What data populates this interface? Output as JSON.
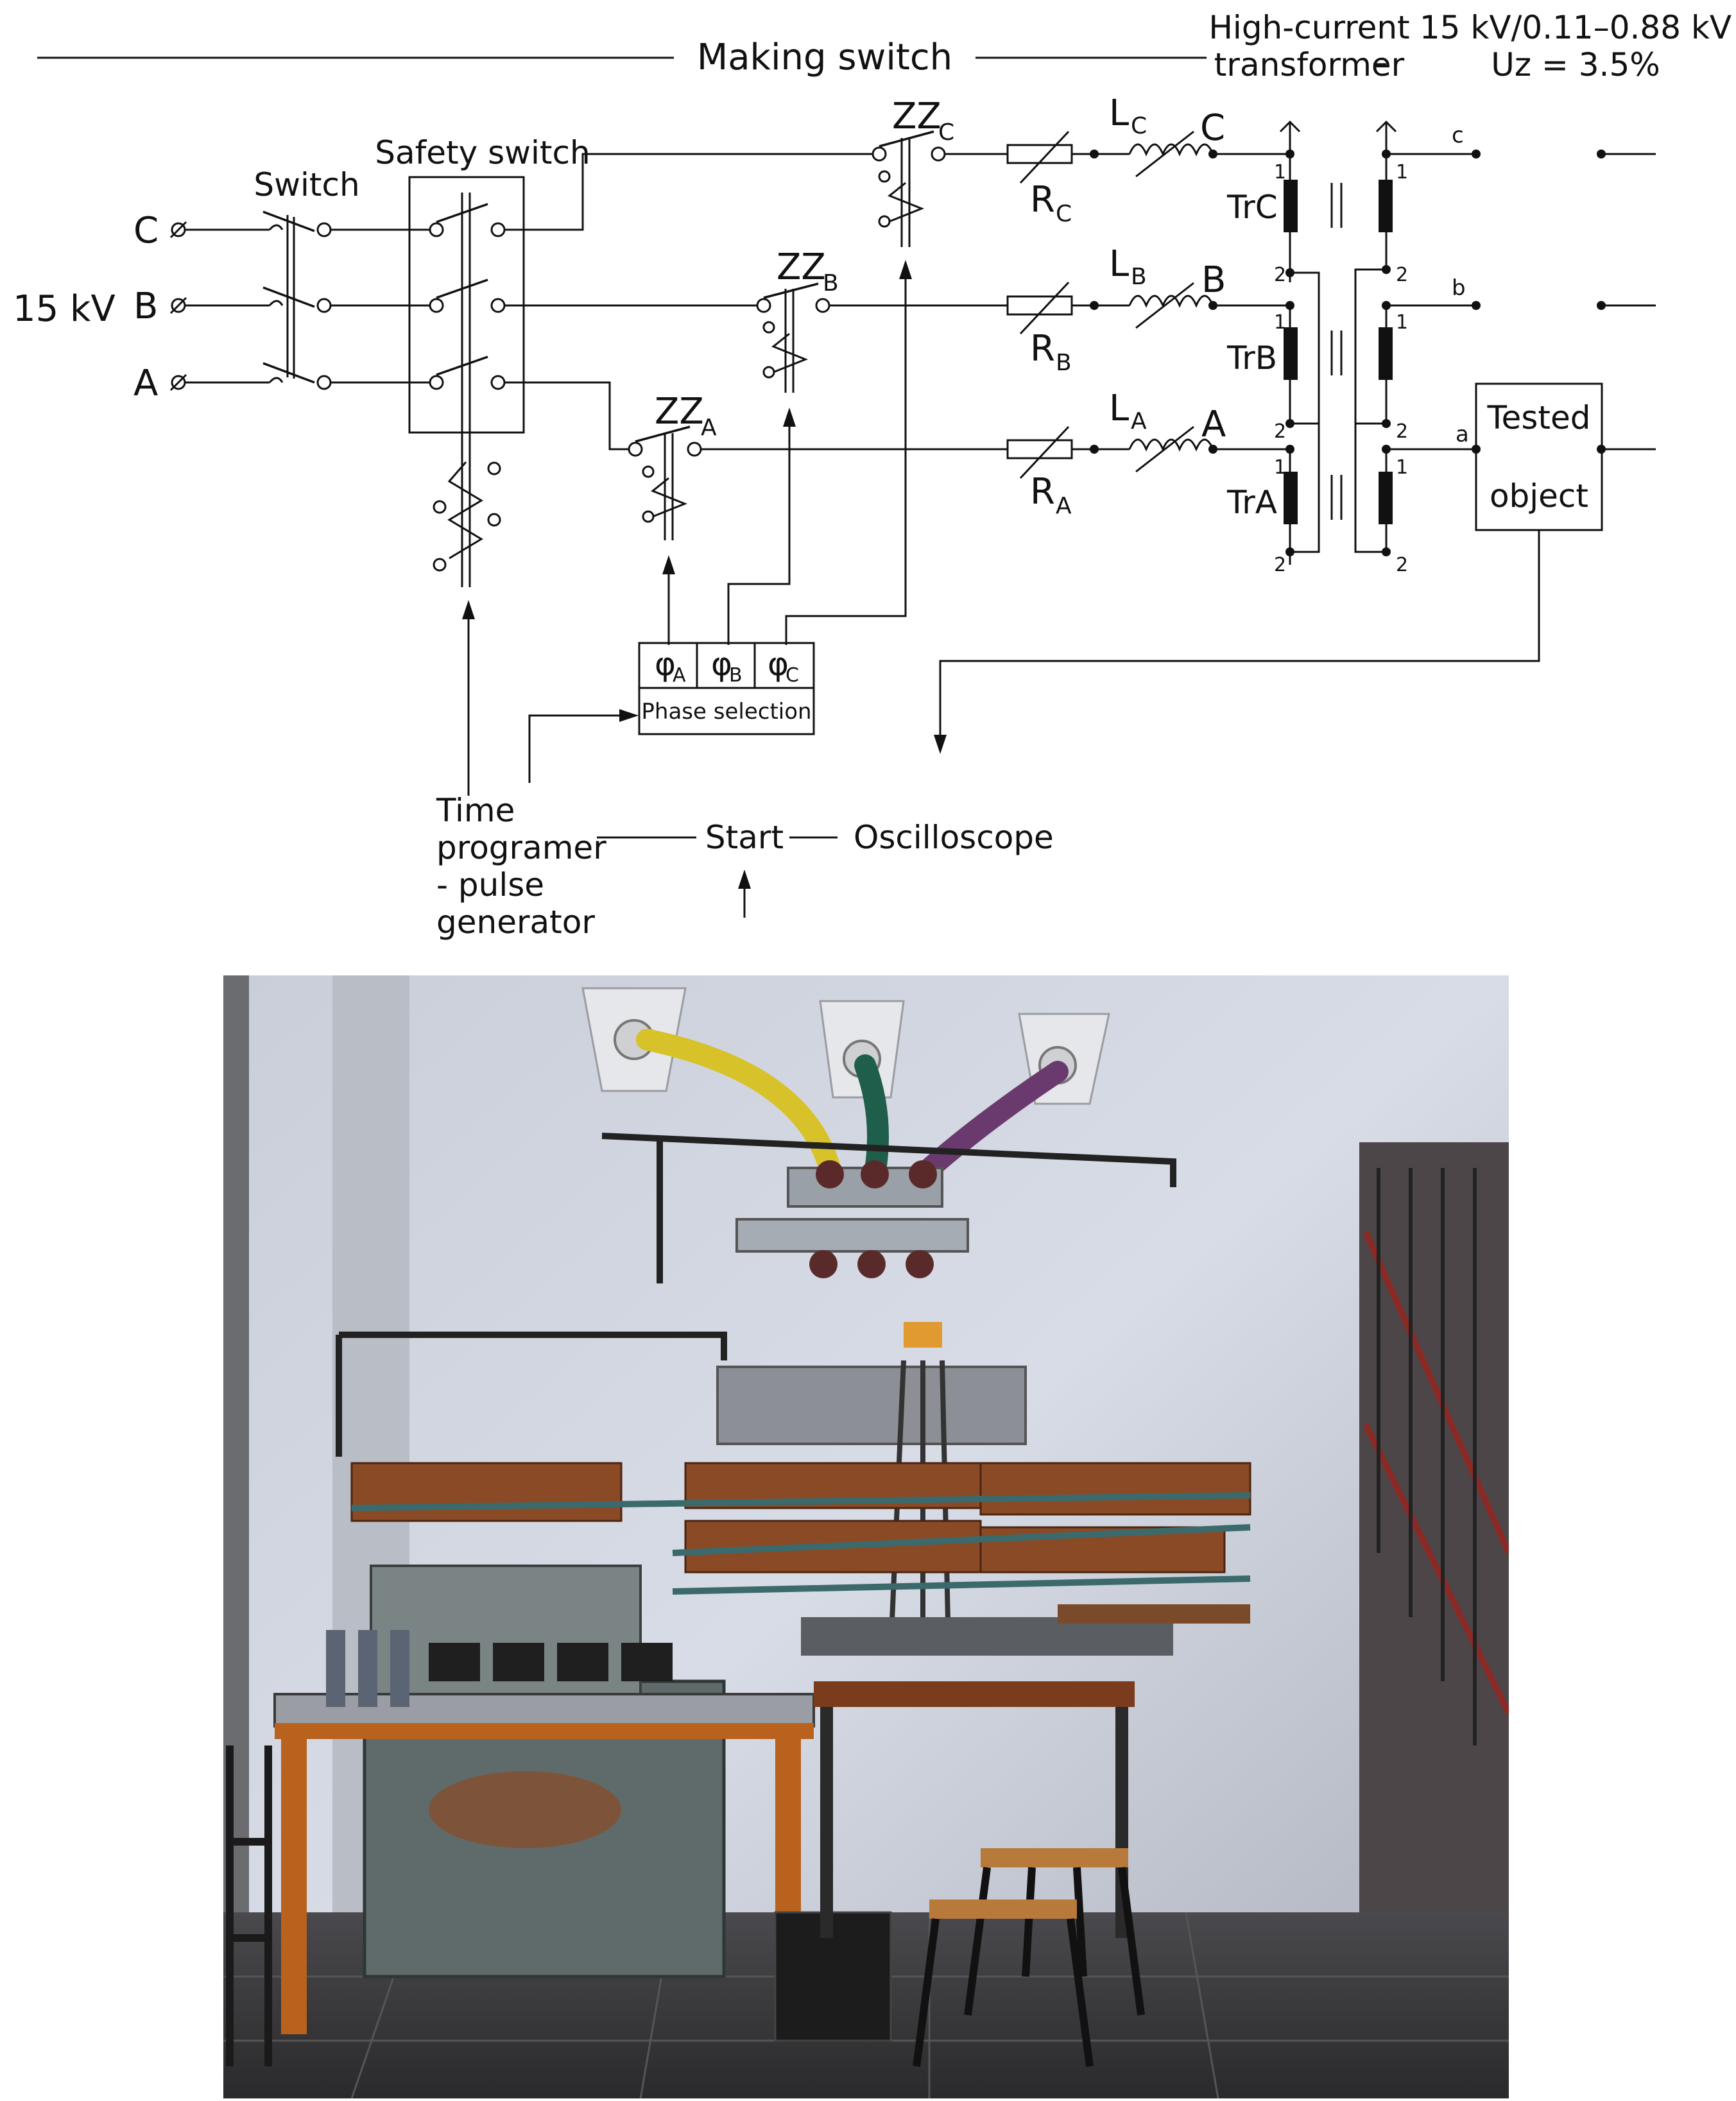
{
  "labels": {
    "making_switch": "Making switch",
    "high_current_1": "High-current",
    "high_current_2": "transformer",
    "rating_1": "15 kV/0.11–0.88 kV",
    "rating_2": "Uz = 3.5%",
    "switch": "Switch",
    "safety_switch": "Safety switch",
    "supply": "15 kV",
    "phase_c": "C",
    "phase_b": "B",
    "phase_a": "A",
    "zz": "ZZ",
    "sub_a": "A",
    "sub_b": "B",
    "sub_c": "C",
    "r": "R",
    "l": "L",
    "tr_c": "TrC",
    "tr_b": "TrB",
    "tr_a": "TrA",
    "pin_1": "1",
    "pin_2": "2",
    "sec_c": "c",
    "sec_b": "b",
    "sec_a": "a",
    "tested_1": "Tested",
    "tested_2": "object",
    "phi": "φ",
    "phase_selection": "Phase selection",
    "time_1": "Time",
    "time_2": "programer",
    "time_3": "- pulse",
    "time_4": "generator",
    "start": "Start",
    "oscilloscope": "Oscilloscope"
  },
  "colors": {
    "line": "#111111",
    "cable_yellow": "#d8c22a",
    "cable_green": "#1f5e4a",
    "cable_purple": "#6a3a6e",
    "table_wood": "#b8621e",
    "copper": "#8a4a26",
    "wall": "#d6dae4",
    "floor": "#3a3a3c"
  },
  "icons": {
    "variable_resistor": "variable-resistor-icon",
    "variable_inductor": "variable-inductor-icon",
    "transformer": "transformer-icon",
    "ground": "ground-icon",
    "arrow": "arrow-icon"
  }
}
